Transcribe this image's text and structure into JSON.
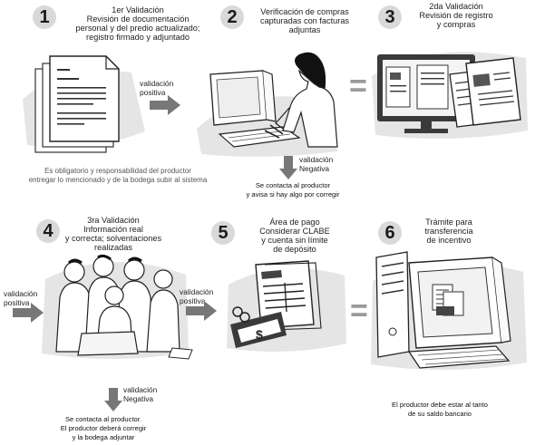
{
  "steps": [
    {
      "number": "1",
      "title": [
        "1er Validación",
        "Revisión de documentación",
        "personal y del predio actualizado;",
        "registro firmado y adjuntado"
      ]
    },
    {
      "number": "2",
      "title": [
        "Verificación de compras",
        "capturadas con facturas",
        "adjuntas"
      ]
    },
    {
      "number": "3",
      "title": [
        "2da Validación",
        "Revisión de registro",
        "y compras"
      ]
    },
    {
      "number": "4",
      "title": [
        "3ra Validación",
        "Información real",
        "y correcta; solventaciones",
        "realizadas"
      ]
    },
    {
      "number": "5",
      "title": [
        "Área de pago",
        "Considerar CLABE",
        "y cuenta sin límite",
        "de depósito"
      ]
    },
    {
      "number": "6",
      "title": [
        "Trámite para",
        "transferencia",
        "de incentivo"
      ]
    }
  ],
  "notes": {
    "step1": [
      "Es obligatorio y responsabilidad del productor",
      "entregar lo mencionado y de la bodega subir al sistema"
    ],
    "step2_negative": [
      "Se contacta al productor",
      "y avisa si hay algo por corregir"
    ],
    "step4_negative": [
      "Se contacta al productor.",
      "El productor deberá corregir",
      "y la bodega adjuntar"
    ],
    "step6": [
      "El  productor debe estar al tanto",
      "de su saldo bancario"
    ]
  },
  "arrows": {
    "positive_label": [
      "validación",
      "positiva"
    ],
    "negative_label": [
      "validación",
      "Negativa"
    ]
  },
  "symbols": {
    "equals": "="
  },
  "colors": {
    "circle_bg": "#d9d9d9",
    "arrow": "#777777",
    "smudge": "#cfcfcf"
  }
}
